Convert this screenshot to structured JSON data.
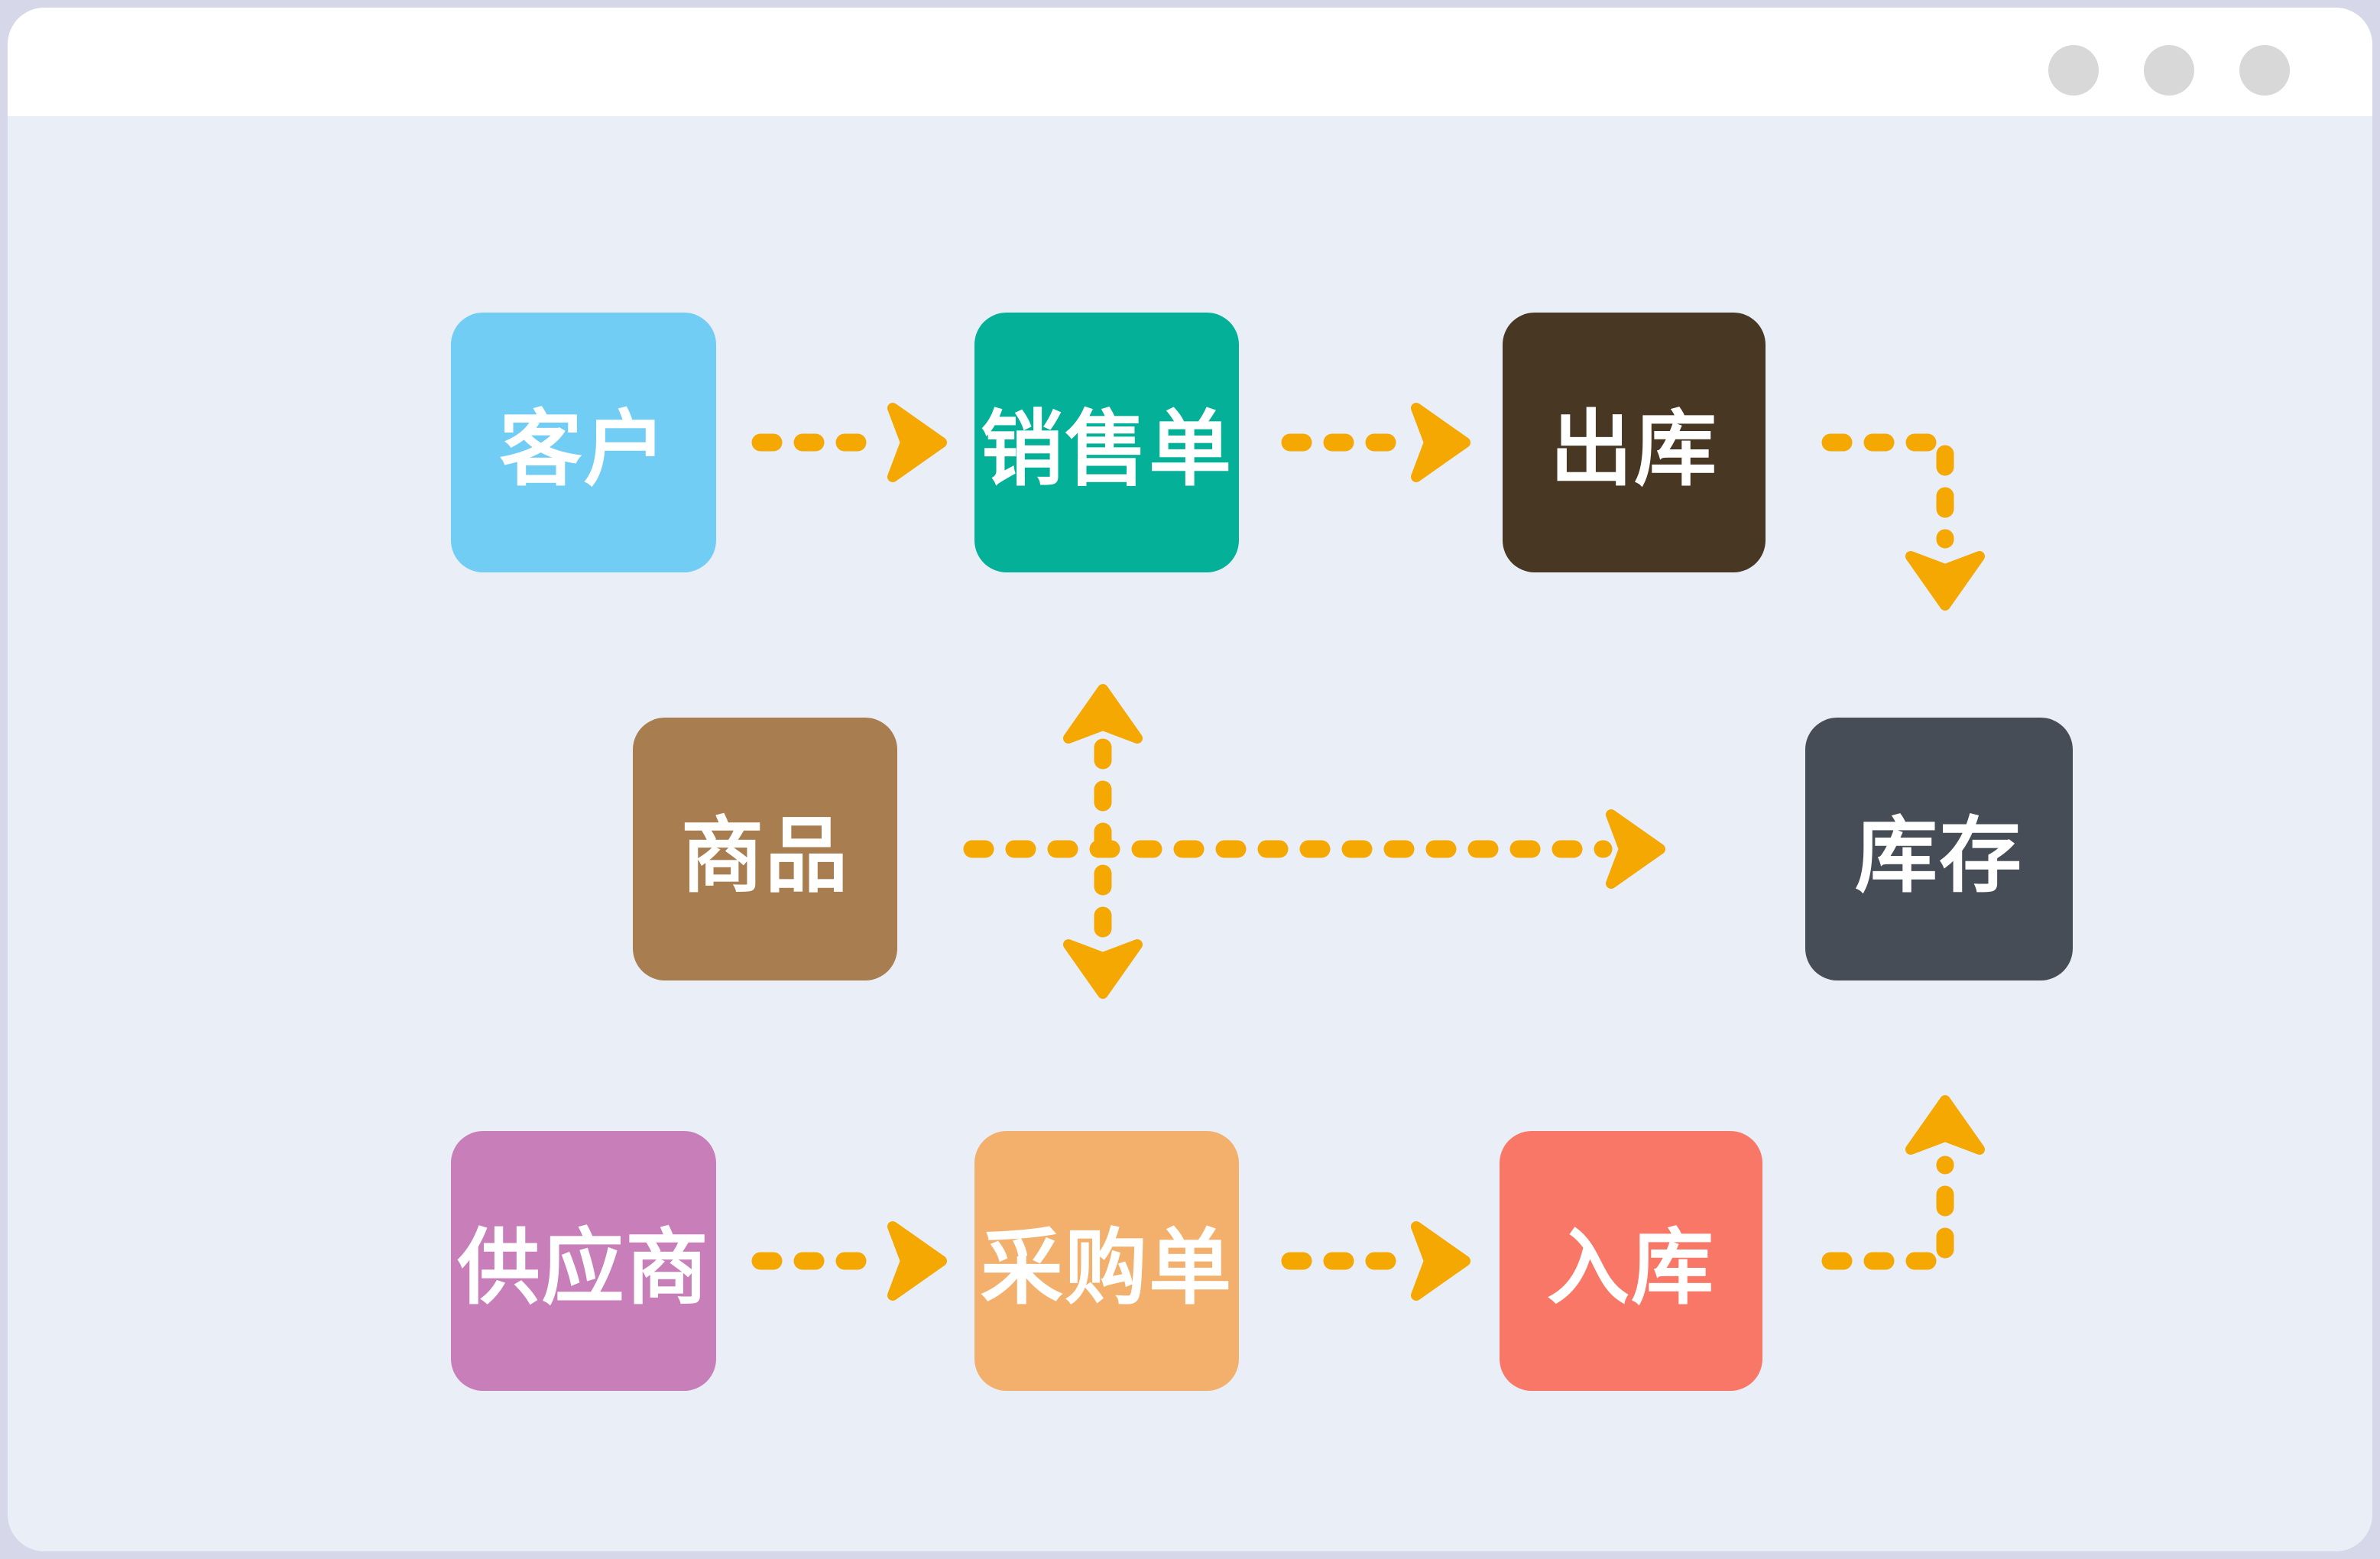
{
  "window": {
    "titlebar": {
      "control_dots": 3,
      "dot_color": "#d8d8d8",
      "bar_color": "#ffffff"
    },
    "content_background": "#e9eef7",
    "page_background": "#d6d7e9"
  },
  "diagram": {
    "title": "",
    "arrow_color": "#f5a802",
    "arrow_style": "dashed",
    "nodes": [
      {
        "id": "customer",
        "label": "客户",
        "color": "#72cdf4"
      },
      {
        "id": "sales-order",
        "label": "销售单",
        "color": "#04b098"
      },
      {
        "id": "outbound",
        "label": "出库",
        "color": "#483723"
      },
      {
        "id": "product",
        "label": "商品",
        "color": "#a87d50"
      },
      {
        "id": "inventory",
        "label": "库存",
        "color": "#474d56"
      },
      {
        "id": "supplier",
        "label": "供应商",
        "color": "#c77eb9"
      },
      {
        "id": "purchase-order",
        "label": "采购单",
        "color": "#f3b06c"
      },
      {
        "id": "inbound",
        "label": "入库",
        "color": "#f87767"
      }
    ],
    "edges": [
      {
        "from": "客户",
        "to": "销售单",
        "style": "dashed-arrow"
      },
      {
        "from": "销售单",
        "to": "出库",
        "style": "dashed-arrow"
      },
      {
        "from": "出库",
        "to": "库存",
        "style": "dashed-elbow-down"
      },
      {
        "from": "商品",
        "to": "销售单",
        "style": "dashed-arrow-up"
      },
      {
        "from": "商品",
        "to": "采购单",
        "style": "dashed-arrow-down"
      },
      {
        "from": "商品",
        "to": "库存",
        "style": "dashed-arrow"
      },
      {
        "from": "供应商",
        "to": "采购单",
        "style": "dashed-arrow"
      },
      {
        "from": "采购单",
        "to": "入库",
        "style": "dashed-arrow"
      },
      {
        "from": "入库",
        "to": "库存",
        "style": "dashed-elbow-up"
      }
    ]
  }
}
